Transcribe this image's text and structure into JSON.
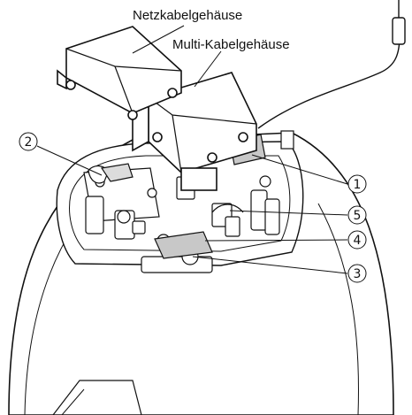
{
  "labels": {
    "power_housing": "Netzkabelgehäuse",
    "multi_housing": "Multi-Kabelgehäuse"
  },
  "callouts": {
    "c1": "1",
    "c2": "2",
    "c3": "3",
    "c4": "4",
    "c5": "5"
  },
  "colors": {
    "line": "#111111",
    "body": "#ffffff",
    "highlight": "#c8c8c8",
    "shade": "#dcdcdc"
  }
}
